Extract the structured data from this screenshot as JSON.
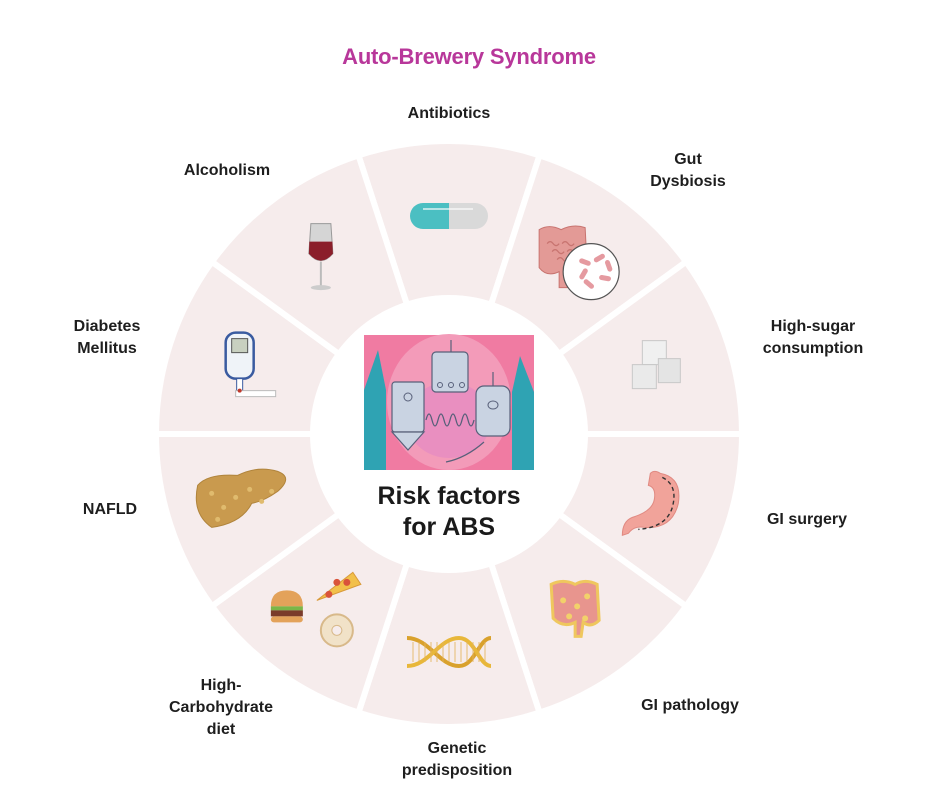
{
  "title": "Auto-Brewery Syndrome",
  "colors": {
    "title": "#B8379A",
    "sector_fill": "#F6ECEC",
    "divider": "#FFFFFF",
    "center_fill": "#FFFFFF",
    "label_text": "#1E1E1E"
  },
  "center": {
    "label_line1": "Risk factors",
    "label_line2": "for ABS",
    "image_icon": "bioreactor-brewing-gut-icon"
  },
  "risk_factors": [
    {
      "id": "antibiotics",
      "lines": [
        "Antibiotics"
      ],
      "icon": "capsule-pill-icon"
    },
    {
      "id": "gut-dysbiosis",
      "lines": [
        "Gut",
        "Dysbiosis"
      ],
      "icon": "intestine-bacteria-icon"
    },
    {
      "id": "high-sugar",
      "lines": [
        "High-sugar",
        "consumption"
      ],
      "icon": "sugar-cubes-icon"
    },
    {
      "id": "gi-surgery",
      "lines": [
        "GI surgery"
      ],
      "icon": "stomach-icon"
    },
    {
      "id": "gi-pathology",
      "lines": [
        "GI pathology"
      ],
      "icon": "inflamed-intestine-icon"
    },
    {
      "id": "genetic",
      "lines": [
        "Genetic",
        "predisposition"
      ],
      "icon": "dna-icon"
    },
    {
      "id": "high-carb",
      "lines": [
        "High-",
        "Carbohydrate",
        "diet"
      ],
      "icon": "junk-food-icon"
    },
    {
      "id": "nafld",
      "lines": [
        "NAFLD"
      ],
      "icon": "fatty-liver-icon"
    },
    {
      "id": "diabetes",
      "lines": [
        "Diabetes",
        "Mellitus"
      ],
      "icon": "glucose-meter-icon"
    },
    {
      "id": "alcoholism",
      "lines": [
        "Alcoholism"
      ],
      "icon": "wine-glass-icon"
    }
  ]
}
